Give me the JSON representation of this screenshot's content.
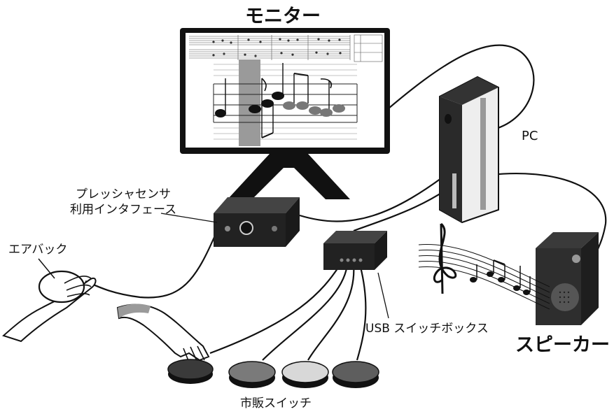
{
  "labels": {
    "monitor": "モニター",
    "pc": "PC",
    "pressure_interface_line1": "プレッシャセンサ",
    "pressure_interface_line2": "利用インタフェース",
    "air_bag": "エアバック",
    "usb_switch_box": "USB スイッチボックス",
    "speaker": "スピーカー",
    "commercial_switch": "市販スイッチ"
  },
  "colors": {
    "ink": "#111111",
    "device_dark": "#1a1a1a",
    "highlight_bar": "#9a9a9a",
    "switch_1": "#3a3a3a",
    "switch_2": "#7a7a7a",
    "switch_3": "#d8d8d8",
    "switch_4": "#5e5e5e"
  }
}
